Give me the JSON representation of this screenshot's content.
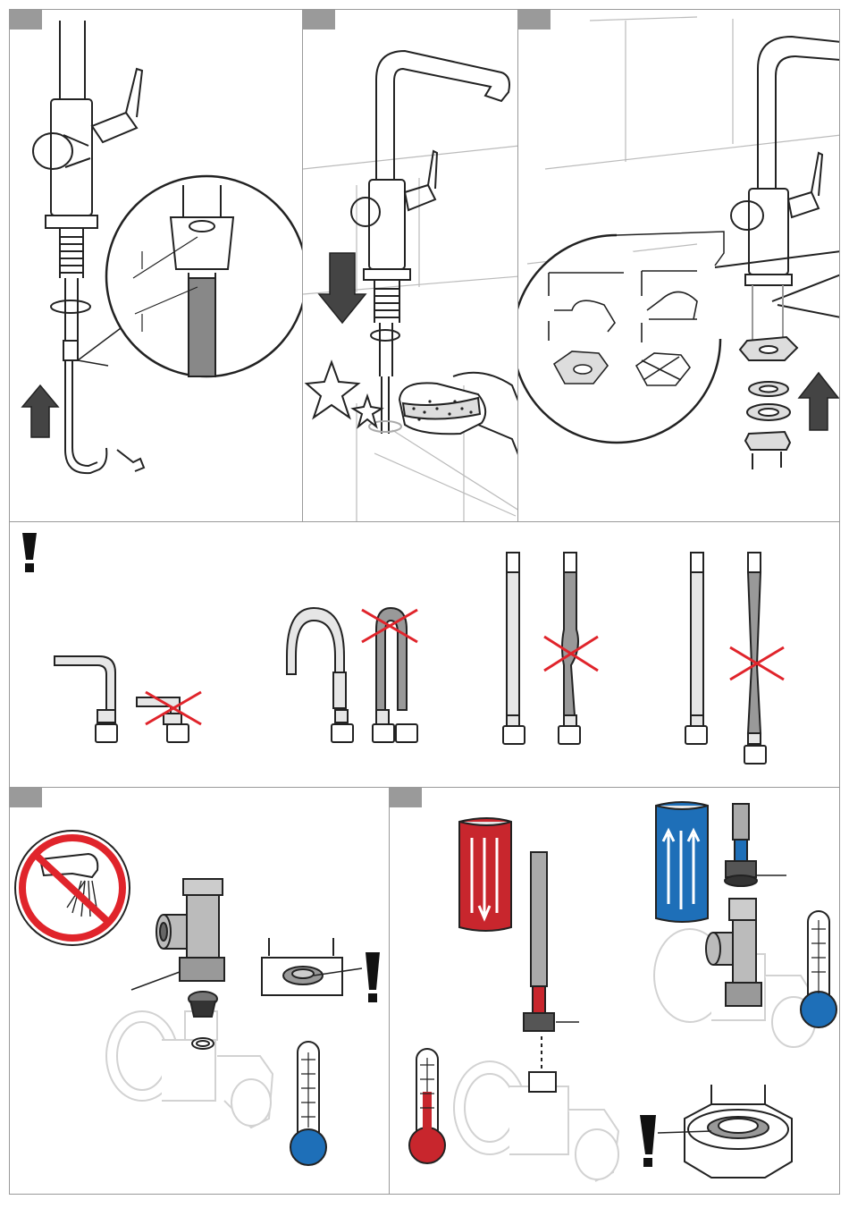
{
  "document": {
    "kind": "faucet-installation-instructions",
    "colors": {
      "frame": "#9a9a9a",
      "line": "#222222",
      "warning_red": "#e0242b",
      "hot_red": "#c8262d",
      "cold_blue": "#1e6fb8",
      "faded": "#cfcfcf"
    },
    "panels": [
      {
        "id": "step-1",
        "icons": [
          "faucet-icon",
          "hose-icon",
          "up-arrow-icon",
          "magnifier-circle-icon"
        ]
      },
      {
        "id": "step-2",
        "icons": [
          "faucet-icon",
          "down-arrow-icon",
          "sparkle-icon",
          "sponge-icon"
        ]
      },
      {
        "id": "step-3",
        "icons": [
          "faucet-icon",
          "mounting-plate-icon",
          "washer-icon",
          "up-arrow-icon"
        ]
      },
      {
        "id": "hose-warnings",
        "icons": [
          "exclamation-icon",
          "cross-icon"
        ]
      },
      {
        "id": "step-4",
        "icons": [
          "no-spray-icon",
          "angle-valve-icon",
          "filter-icon",
          "thermometer-cold-icon",
          "exclamation-icon"
        ]
      },
      {
        "id": "step-5",
        "icons": [
          "hot-hose-icon",
          "cold-hose-icon",
          "thermometer-hot-icon",
          "thermometer-cold-icon",
          "nut-icon",
          "exclamation-icon"
        ]
      }
    ]
  }
}
